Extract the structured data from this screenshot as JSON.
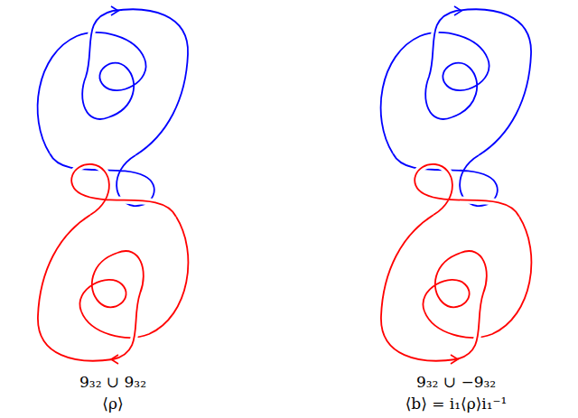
{
  "diagram": {
    "labels": [
      "9₃₂ ∪ 9₃₂",
      "⟨ρ⟩",
      "9₃₂ ∪ −9₃₂",
      "⟨b⟩ = i₁⟨ρ⟩i₁⁻¹"
    ]
  }
}
